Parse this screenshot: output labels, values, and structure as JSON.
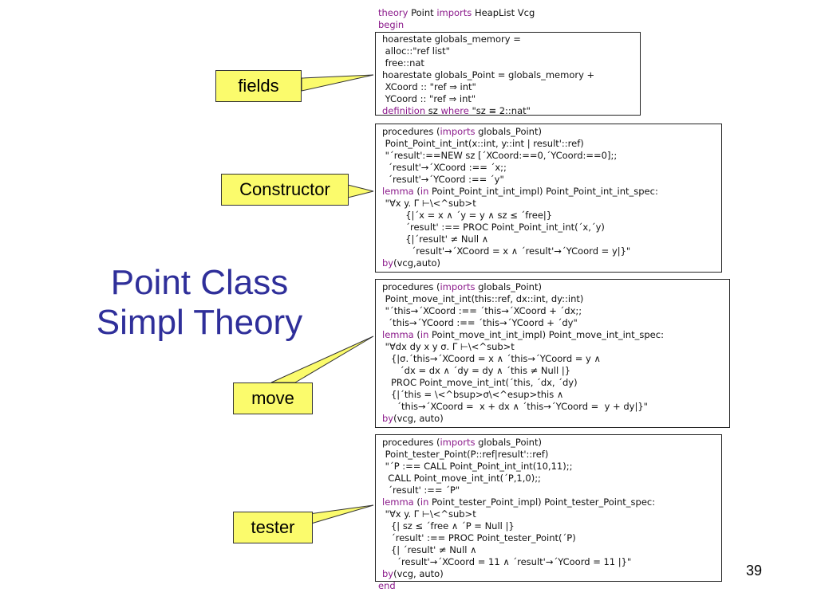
{
  "title": {
    "line1": "Point Class",
    "line2": "Simpl Theory"
  },
  "header": [
    [
      {
        "t": "theory",
        "k": true
      },
      {
        "t": " Point "
      },
      {
        "t": "imports",
        "k": true
      },
      {
        "t": " HeapList Vcg"
      }
    ],
    [
      {
        "t": "begin",
        "k": true
      }
    ]
  ],
  "footer": [
    [
      {
        "t": "end",
        "k": true
      }
    ]
  ],
  "boxes": [
    {
      "lines": [
        [
          {
            "t": "hoarestate globals_memory ="
          }
        ],
        [
          {
            "t": " alloc::\"ref list\""
          }
        ],
        [
          {
            "t": " free::nat"
          }
        ],
        [
          {
            "t": "hoarestate globals_Point = globals_memory +"
          }
        ],
        [
          {
            "t": " XCoord :: \"ref ⇒ int\""
          }
        ],
        [
          {
            "t": " YCoord :: \"ref ⇒ int\""
          }
        ],
        [
          {
            "t": "definition",
            "k": true
          },
          {
            "t": " sz "
          },
          {
            "t": "where",
            "k": true
          },
          {
            "t": " \"sz ≡ 2::nat\""
          }
        ]
      ]
    },
    {
      "lines": [
        [
          {
            "t": "procedures ("
          },
          {
            "t": "imports",
            "k": true
          },
          {
            "t": " globals_Point)"
          }
        ],
        [
          {
            "t": " Point_Point_int_int(x::int, y::int | result'::ref)"
          }
        ],
        [
          {
            "t": " \"´result':==NEW sz [´XCoord:==0,´YCoord:==0];;"
          }
        ],
        [
          {
            "t": "  ´result'→´XCoord :== ´x;;"
          }
        ],
        [
          {
            "t": "  ´result'→´YCoord :== ´y\""
          }
        ],
        [
          {
            "t": "lemma",
            "k": true
          },
          {
            "t": " ("
          },
          {
            "t": "in",
            "k": true
          },
          {
            "t": " Point_Point_int_int_impl) Point_Point_int_int_spec:"
          }
        ],
        [
          {
            "t": " \"∀x y. Γ ⊢\\<^sub>t"
          }
        ],
        [
          {
            "t": "        {|´x = x ∧ ´y = y ∧ sz ≤ ´free|}"
          }
        ],
        [
          {
            "t": "        ´result' :== PROC Point_Point_int_int(´x,´y)"
          }
        ],
        [
          {
            "t": "        {|´result' ≠ Null ∧"
          }
        ],
        [
          {
            "t": "          ´result'→´XCoord = x ∧ ´result'→´YCoord = y|}\""
          }
        ],
        [
          {
            "t": "by",
            "k": true
          },
          {
            "t": "(vcg,auto)"
          }
        ]
      ]
    },
    {
      "lines": [
        [
          {
            "t": "procedures ("
          },
          {
            "t": "imports",
            "k": true
          },
          {
            "t": " globals_Point)"
          }
        ],
        [
          {
            "t": " Point_move_int_int(this::ref, dx::int, dy::int)"
          }
        ],
        [
          {
            "t": " \"´this→´XCoord :== ´this→´XCoord + ´dx;;"
          }
        ],
        [
          {
            "t": "  ´this→´YCoord :== ´this→´YCoord + ´dy\""
          }
        ],
        [
          {
            "t": "lemma",
            "k": true
          },
          {
            "t": " ("
          },
          {
            "t": "in",
            "k": true
          },
          {
            "t": " Point_move_int_int_impl) Point_move_int_int_spec:"
          }
        ],
        [
          {
            "t": " \"∀dx dy x y σ. Γ ⊢\\<^sub>t"
          }
        ],
        [
          {
            "t": "   {|σ.´this→´XCoord = x ∧ ´this→´YCoord = y ∧"
          }
        ],
        [
          {
            "t": "      ´dx = dx ∧ ´dy = dy ∧ ´this ≠ Null |}"
          }
        ],
        [
          {
            "t": "   PROC Point_move_int_int(´this, ´dx, ´dy)"
          }
        ],
        [
          {
            "t": "   {|´this = \\<^bsup>σ\\<^esup>this ∧"
          }
        ],
        [
          {
            "t": "     ´this→´XCoord =  x + dx ∧ ´this→´YCoord =  y + dy|}\""
          }
        ],
        [
          {
            "t": "by",
            "k": true
          },
          {
            "t": "(vcg, auto)"
          }
        ]
      ]
    },
    {
      "lines": [
        [
          {
            "t": "procedures ("
          },
          {
            "t": "imports",
            "k": true
          },
          {
            "t": " globals_Point)"
          }
        ],
        [
          {
            "t": " Point_tester_Point(P::ref|result'::ref)"
          }
        ],
        [
          {
            "t": " \"´P :== CALL Point_Point_int_int(10,11);;"
          }
        ],
        [
          {
            "t": "  CALL Point_move_int_int(´P,1,0);;"
          }
        ],
        [
          {
            "t": "  ´result' :== ´P\""
          }
        ],
        [
          {
            "t": "lemma",
            "k": true
          },
          {
            "t": " ("
          },
          {
            "t": "in",
            "k": true
          },
          {
            "t": " Point_tester_Point_impl) Point_tester_Point_spec:"
          }
        ],
        [
          {
            "t": " \"∀x y. Γ ⊢\\<^sub>t"
          }
        ],
        [
          {
            "t": "   {| sz ≤ ´free ∧ ´P = Null |}"
          }
        ],
        [
          {
            "t": "   ´result' :== PROC Point_tester_Point(´P)"
          }
        ],
        [
          {
            "t": "   {| ´result' ≠ Null ∧"
          }
        ],
        [
          {
            "t": "     ´result'→´XCoord = 11 ∧ ´result'→´YCoord = 11 |}\""
          }
        ],
        [
          {
            "t": "by",
            "k": true
          },
          {
            "t": "(vcg, auto)"
          }
        ]
      ]
    }
  ],
  "callouts": [
    {
      "label": "fields"
    },
    {
      "label": "Constructor"
    },
    {
      "label": "move"
    },
    {
      "label": "tester"
    }
  ],
  "page_number": "39",
  "colors": {
    "title": "#2f2f9a",
    "keyword": "#8b1a8b",
    "callout_fill": "#fbfb6c"
  }
}
